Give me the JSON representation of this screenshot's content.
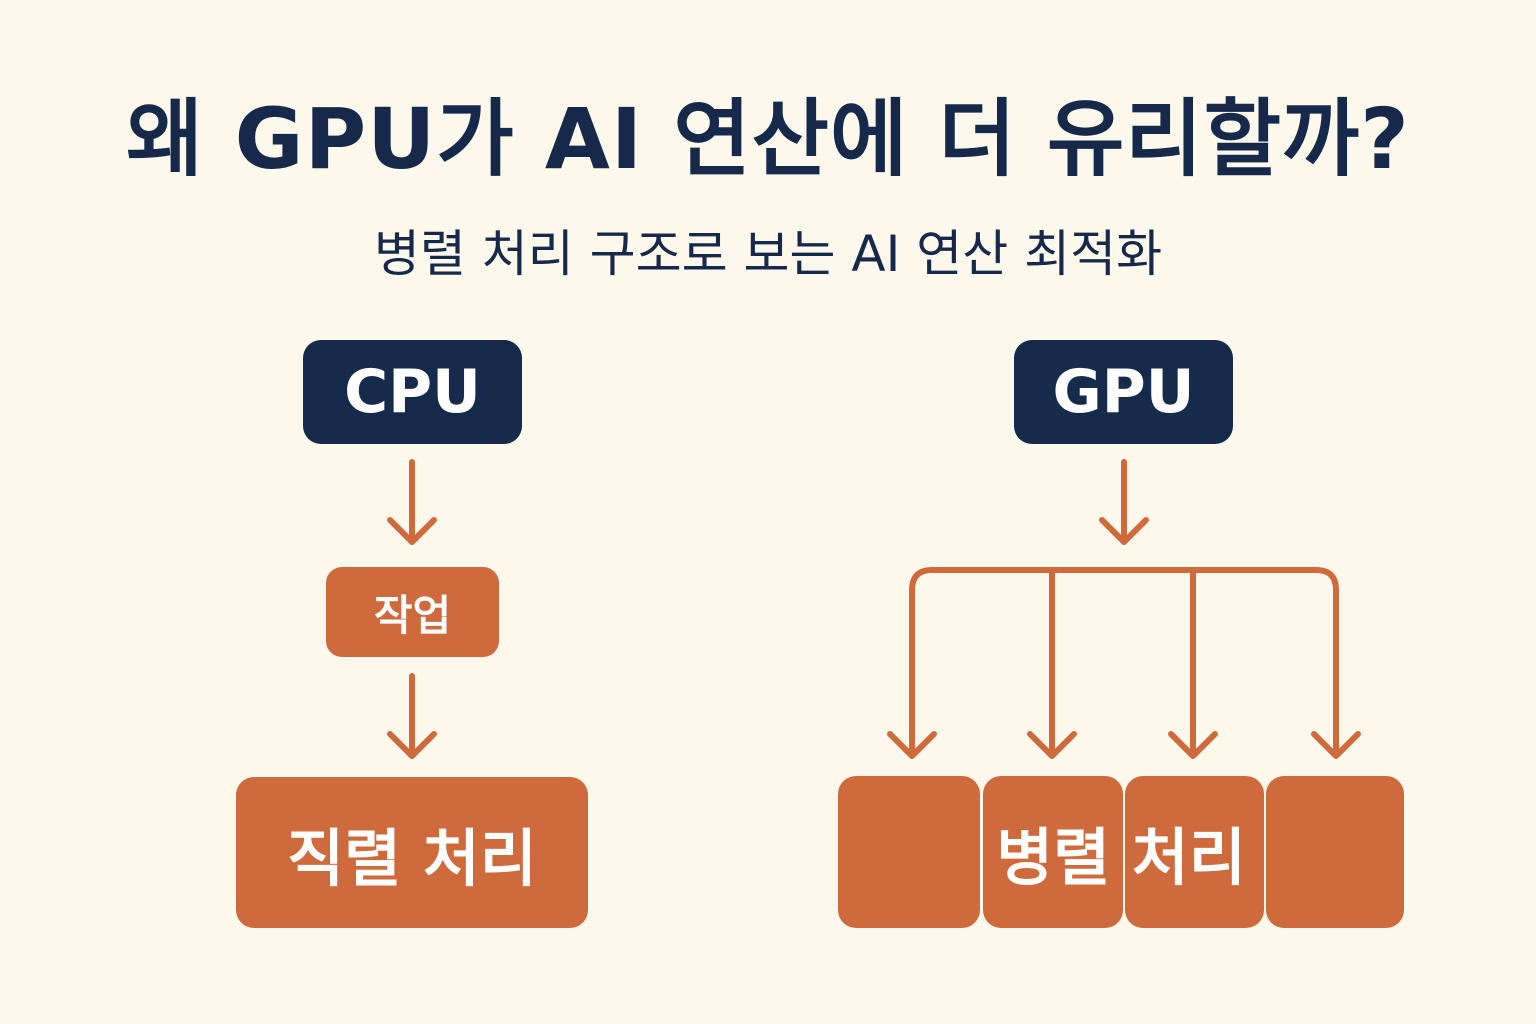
{
  "header": {
    "title": "왜 GPU가 AI 연산에 더 유리할까?",
    "subtitle": "병렬 처리 구조로 보는 AI 연산 최적화"
  },
  "cpu_column": {
    "head_label": "CPU",
    "task_label": "작업",
    "result_label": "직렬 처리"
  },
  "gpu_column": {
    "head_label": "GPU",
    "result_label": "병렬 처리",
    "parallel_unit_count": 4
  },
  "colors": {
    "background": "#fdf8ec",
    "navy": "#162a4b",
    "orange": "#cf6a3c"
  }
}
